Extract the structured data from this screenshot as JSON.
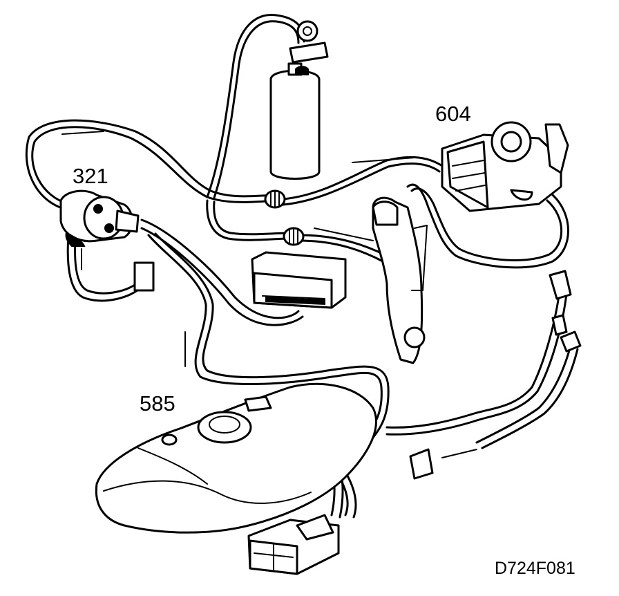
{
  "labels": {
    "canister": "321",
    "throttle_body": "604",
    "fuel_tank": "585",
    "figure_code": "D724F081"
  },
  "colors": {
    "line": "#000000",
    "background": "#ffffff"
  }
}
